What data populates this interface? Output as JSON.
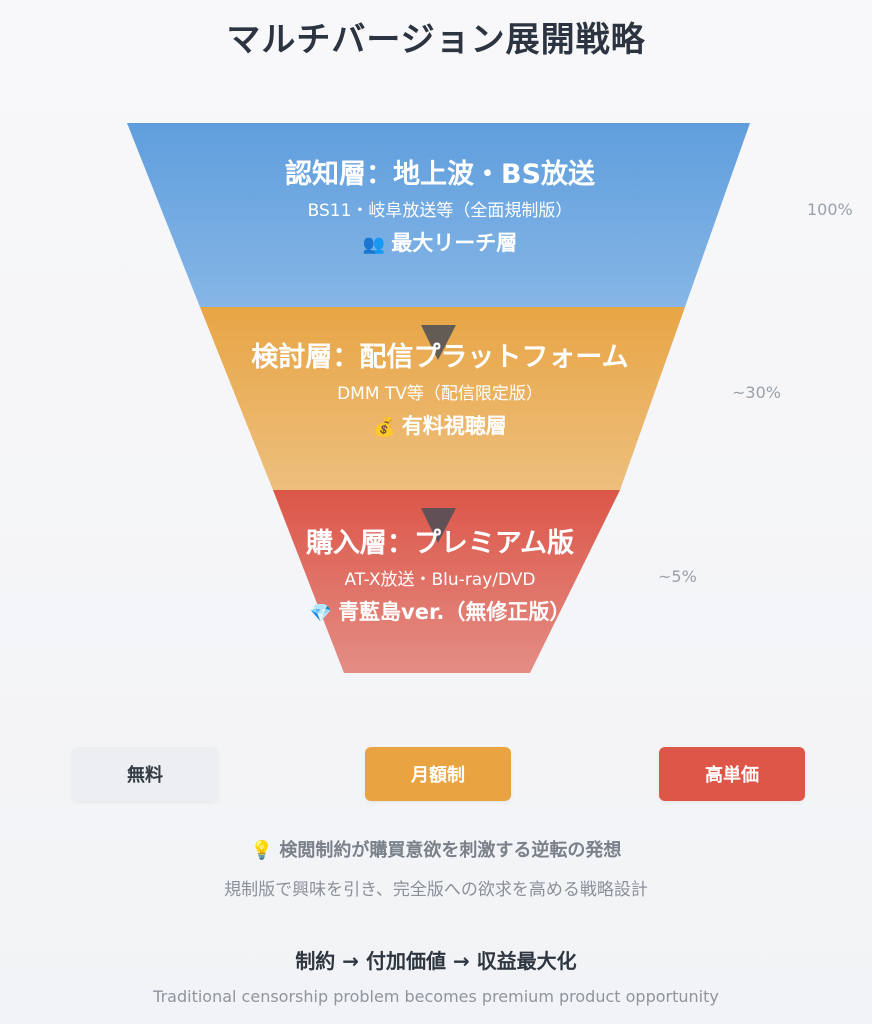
{
  "title": "マルチバージョン展開戦略",
  "colors": {
    "awareness_top": "#5f9edd",
    "awareness_bottom": "#86b6e6",
    "consideration_top": "#e8a545",
    "consideration_bottom": "#edbf7d",
    "purchase_top": "#dc5648",
    "purchase_bottom": "#e48d85",
    "arrow": "#4b4f57"
  },
  "funnel": {
    "layers": [
      {
        "title": "認知層：地上波・BS放送",
        "subtitle": "BS11・岐阜放送等（全面規制版）",
        "icon": "people-icon",
        "icon_glyph": "👥",
        "role": "最大リーチ層",
        "percent": "100%"
      },
      {
        "title": "検討層：配信プラットフォーム",
        "subtitle": "DMM TV等（配信限定版）",
        "icon": "money-bag-icon",
        "icon_glyph": "💰",
        "role": "有料視聴層",
        "percent": "~30%"
      },
      {
        "title": "購入層：プレミアム版",
        "subtitle": "AT-X放送・Blu-ray/DVD",
        "icon": "gem-icon",
        "icon_glyph": "💎",
        "role": "青藍島ver.（無修正版）",
        "percent": "~5%"
      }
    ]
  },
  "pricing": {
    "free": "無料",
    "monthly": "月額制",
    "premium": "高単価"
  },
  "insight": {
    "icon": "lightbulb-icon",
    "icon_glyph": "💡",
    "title": "検閲制約が購買意欲を刺激する逆転の発想",
    "subtitle": "規制版で興味を引き、完全版への欲求を高める戦略設計"
  },
  "formula": "制約 → 付加価値 → 収益最大化",
  "footer": "Traditional censorship problem becomes premium product opportunity"
}
